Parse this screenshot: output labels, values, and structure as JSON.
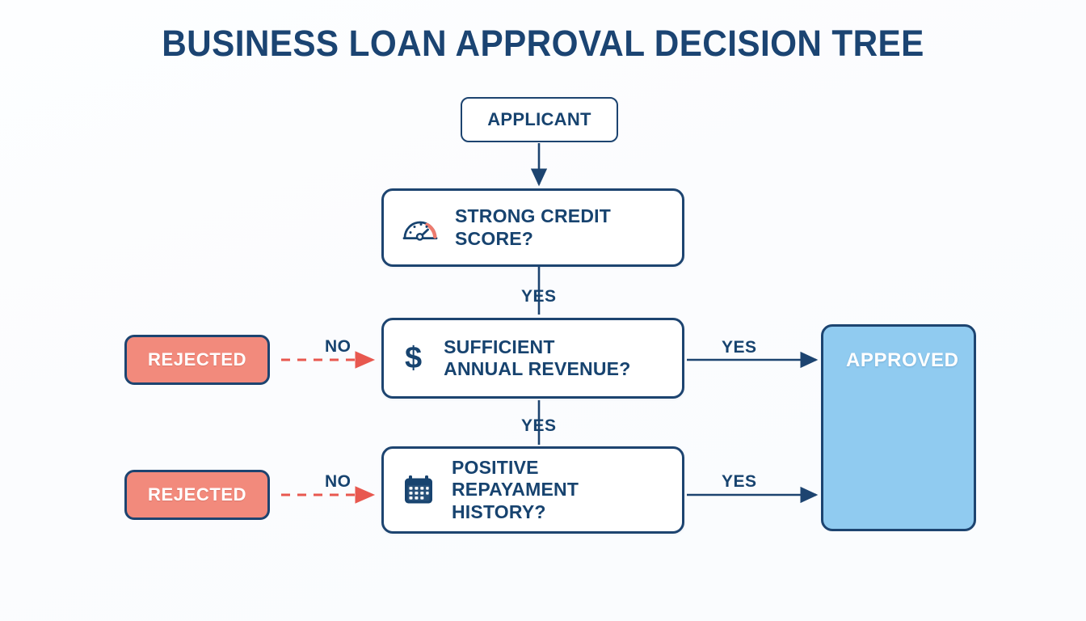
{
  "page": {
    "title": "BUSINESS LOAN APPROVAL DECISION TREE",
    "background_color": "#fdfdfe",
    "accent_navy": "#17436f",
    "accent_red": "#e8584f",
    "rejected_fill": "#f28a7c",
    "approved_fill": "#90cbf0"
  },
  "nodes": {
    "applicant": {
      "label": "APPLICANT",
      "type": "start"
    },
    "credit_score": {
      "label": "STRONG CREDIT\nSCORE?",
      "icon": "gauge-icon",
      "type": "decision"
    },
    "annual_revenue": {
      "label": "SUFFICIENT\nANNUAL REVENUE?",
      "icon": "dollar-icon",
      "type": "decision"
    },
    "repayment_history": {
      "label": "POSITIVE\nREPAYAMENT\nHISTORY?",
      "icon": "calendar-icon",
      "type": "decision"
    },
    "rejected_credit": {
      "label": "REJECTED",
      "type": "terminal-negative"
    },
    "rejected_repayment": {
      "label": "REJECTED",
      "type": "terminal-negative"
    },
    "approved": {
      "label": "APPROVED",
      "type": "terminal-positive"
    }
  },
  "edges": {
    "applicant_to_credit": {
      "label": ""
    },
    "credit_yes_to_revenue": {
      "label": "YES"
    },
    "revenue_no_to_rejected": {
      "label": "NO"
    },
    "revenue_yes_to_approved": {
      "label": "YES"
    },
    "revenue_yes_to_repayment": {
      "label": "YES"
    },
    "repayment_no_to_rejected": {
      "label": "NO"
    },
    "repayment_yes_to_approved": {
      "label": "YES"
    }
  },
  "chart_data": {
    "type": "diagram",
    "title": "BUSINESS LOAN APPROVAL DECISION TREE",
    "flow": [
      {
        "from": "APPLICANT",
        "to": "STRONG CREDIT SCORE?",
        "label": ""
      },
      {
        "from": "STRONG CREDIT SCORE?",
        "to": "SUFFICIENT ANNUAL REVENUE?",
        "label": "YES"
      },
      {
        "from": "SUFFICIENT ANNUAL REVENUE?",
        "to": "REJECTED",
        "label": "NO"
      },
      {
        "from": "SUFFICIENT ANNUAL REVENUE?",
        "to": "APPROVED",
        "label": "YES"
      },
      {
        "from": "SUFFICIENT ANNUAL REVENUE?",
        "to": "POSITIVE REPAYAMENT HISTORY?",
        "label": "YES"
      },
      {
        "from": "POSITIVE REPAYAMENT HISTORY?",
        "to": "REJECTED",
        "label": "NO"
      },
      {
        "from": "POSITIVE REPAYAMENT HISTORY?",
        "to": "APPROVED",
        "label": "YES"
      }
    ]
  }
}
